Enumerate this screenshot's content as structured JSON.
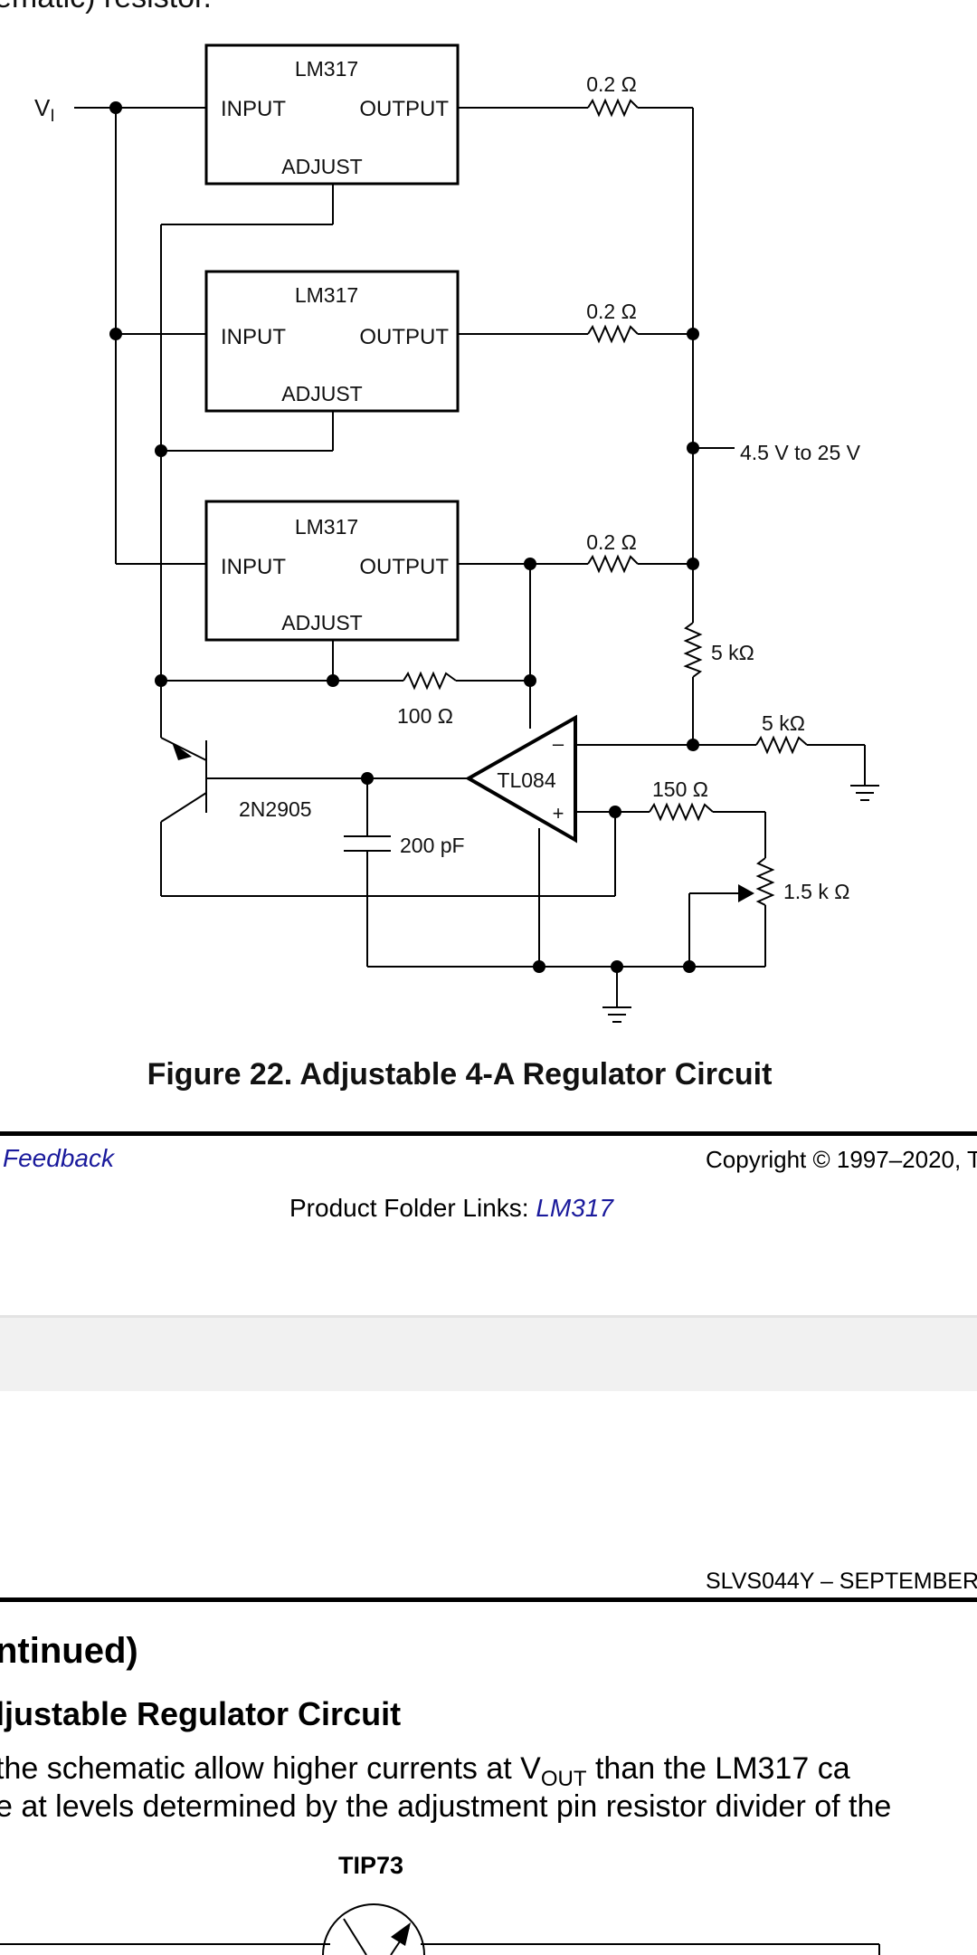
{
  "page1": {
    "top_text_fragment": "ematic) resistor.",
    "figure": {
      "caption": "Figure 22.  Adjustable 4-A Regulator Circuit",
      "labels": {
        "vi": "V",
        "vi_sub": "I",
        "chip": "LM317",
        "input": "INPUT",
        "output": "OUTPUT",
        "adjust": "ADJUST",
        "r_out": "0.2  Ω",
        "vout_range": "4.5 V to 25   V",
        "r_5k": "5 kΩ",
        "r_100": "100  Ω",
        "transistor": "2N2905",
        "opamp": "TL084",
        "minus": "–",
        "plus": "+",
        "cap": "200 pF",
        "r_150": "150  Ω",
        "pot": "1.5 k Ω"
      }
    },
    "footer": {
      "feedback": "Feedback",
      "copyright": "Copyright © 1997–2020, T",
      "product_links_label": "Product Folder Links: ",
      "product_links_value": "LM317"
    }
  },
  "page2": {
    "doc_id": "SLVS044Y – SEPTEMBER",
    "section_title": "ntinued)",
    "subsection_title": "ljustable Regulator Circuit",
    "body_line1_a": " the schematic allow higher currents at V",
    "body_line1_sub": "OUT",
    "body_line1_b": " than the LM317 ca",
    "body_line2": "e at levels determined by the adjustment pin resistor divider of the",
    "figure_label": "TIP73"
  }
}
